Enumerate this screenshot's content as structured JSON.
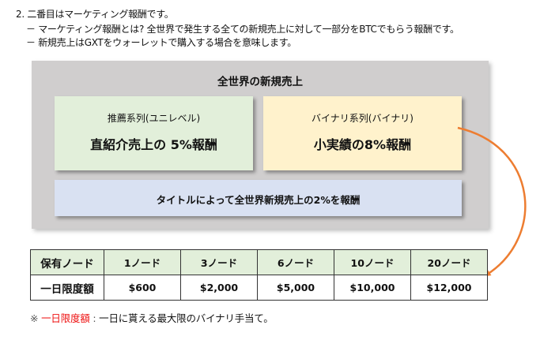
{
  "intro": {
    "line1": "2. 二番目はマーケティング報酬です。",
    "line2": "－  マーケティング報酬とは? 全世界で発生する全ての新規売上に対して一部分をBTCでもらう報酬です。",
    "line3": "－ 新規売上はGXTをウォーレットで購入する場合を意味します。"
  },
  "diagram": {
    "title": "全世界の新規売上",
    "unilevel": {
      "subtitle": "推薦系列(ユニレベル)",
      "main": "直紹介売上の 5%報酬",
      "color": "#e2efda"
    },
    "binary": {
      "subtitle": "バイナリ系列(バイナリ)",
      "main": "小実績の8%報酬",
      "color": "#fff2cc"
    },
    "title_bonus": {
      "main": "タイトルによって全世界新規売上の2%を報酬",
      "color": "#d9e1f2"
    },
    "background_color": "#d0cece",
    "arrow_color": "#ed7d31"
  },
  "table": {
    "header_label": "保有ノード",
    "value_label": "一日限度額",
    "columns": [
      "1ノード",
      "3ノード",
      "6ノード",
      "10ノード",
      "20ノード"
    ],
    "values": [
      "$600",
      "$2,000",
      "$5,000",
      "$10,000",
      "$12,000"
    ]
  },
  "note": {
    "mark": "※",
    "term": "一日限度額",
    "separator": ":",
    "text": "一日に貰える最大限のバイナリ手当て。"
  }
}
